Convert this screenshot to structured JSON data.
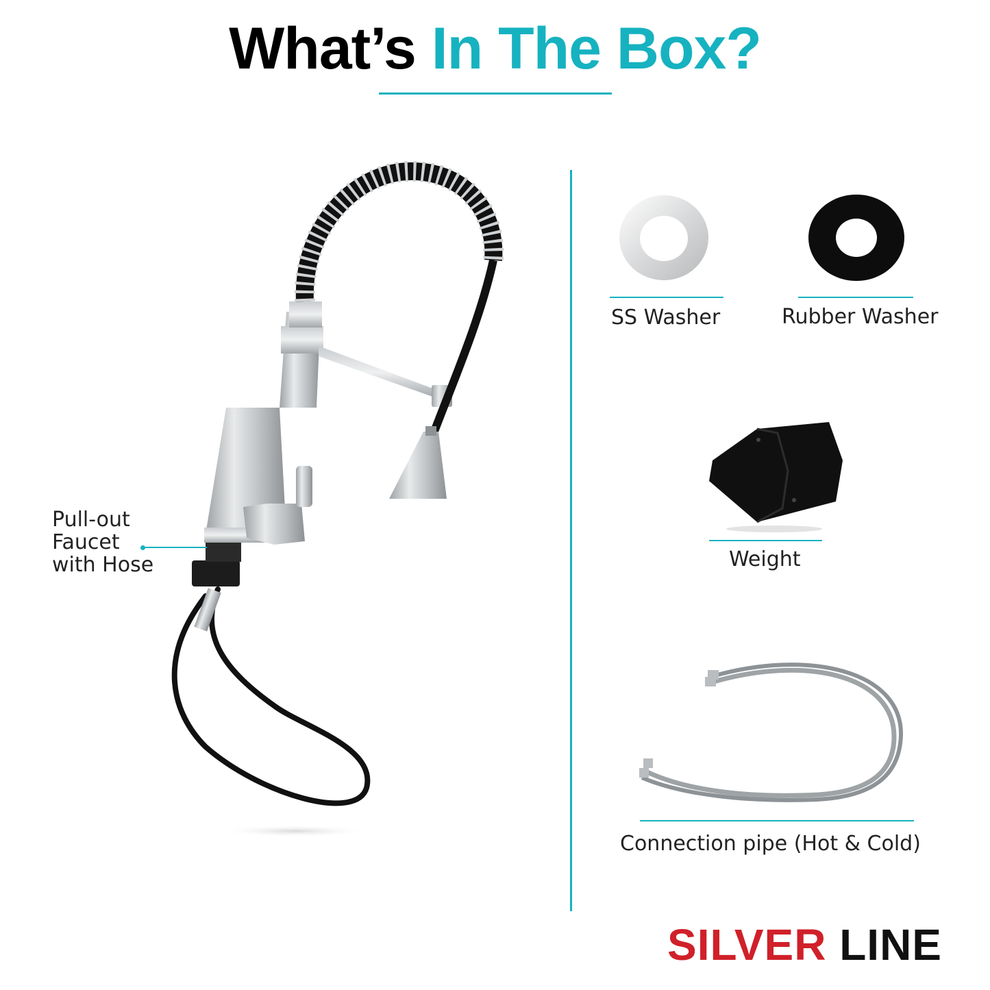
{
  "header": {
    "title_part1": "What’s",
    "title_part2": "In The Box?"
  },
  "items": [
    {
      "label_lines": [
        "Pull-out",
        "Faucet",
        "with Hose"
      ]
    },
    {
      "label": "SS Washer"
    },
    {
      "label": "Rubber Washer"
    },
    {
      "label": "Weight"
    },
    {
      "label": "Connection pipe (Hot & Cold)"
    }
  ],
  "brand": {
    "part1": "SILVER",
    "part2": "LINE"
  },
  "colors": {
    "accent": "#16b2c0",
    "brand_red": "#d0202a",
    "text": "#222222"
  }
}
